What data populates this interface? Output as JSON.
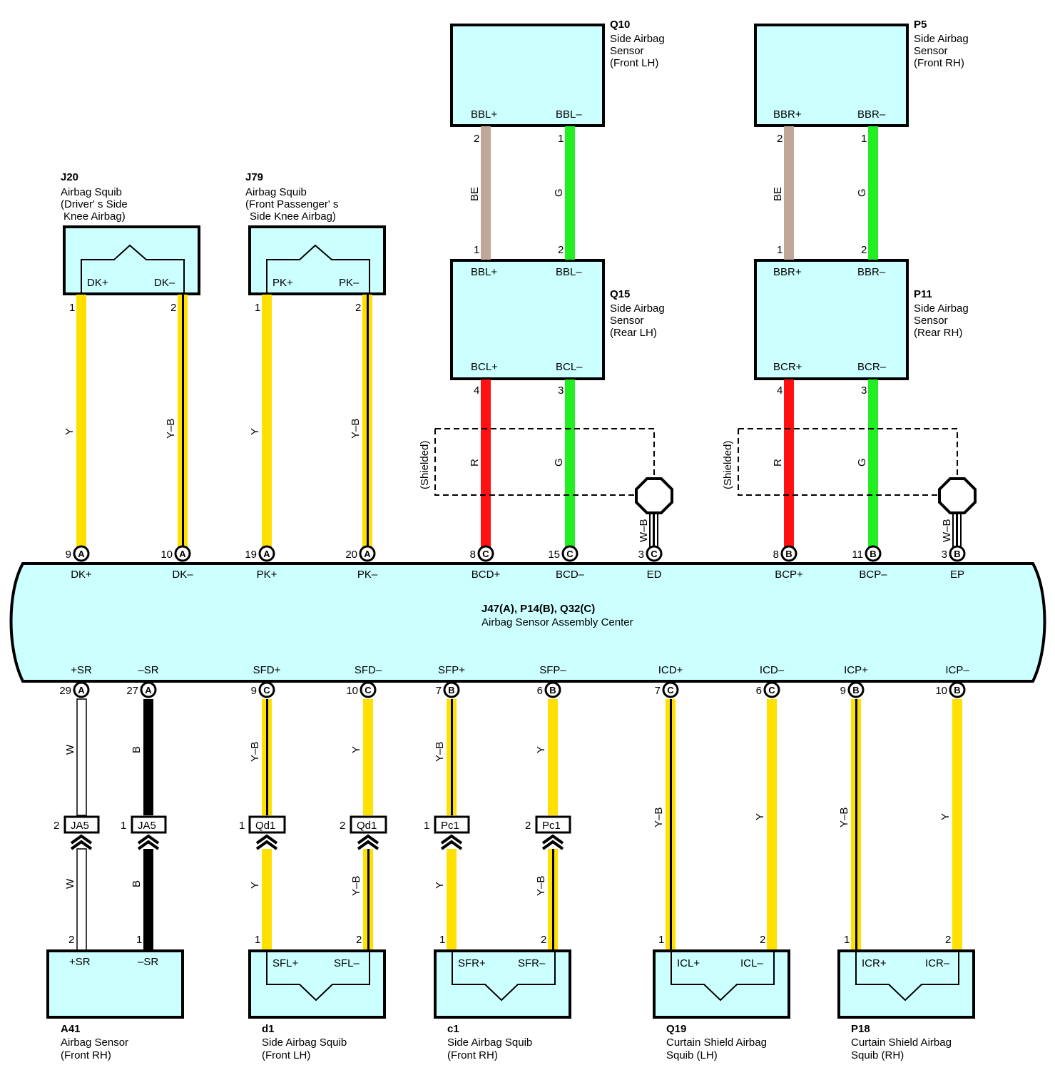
{
  "colors": {
    "box_fill": "#ccffff",
    "Y": "#ffe000",
    "G": "#22ee22",
    "R": "#ff1111",
    "BE": "#bfa899",
    "B": "#000000",
    "W": "#ffffff",
    "outline": "#000000"
  },
  "components": [
    {
      "id": "J20",
      "code": "J20",
      "lines": [
        "Airbag Squib",
        "(Driver' s Side",
        "Knee Airbag)"
      ],
      "pins": [
        "DK+",
        "DK–"
      ]
    },
    {
      "id": "J79",
      "code": "J79",
      "lines": [
        "Airbag Squib",
        "(Front Passenger' s",
        "Side Knee Airbag)"
      ],
      "pins": [
        "PK+",
        "PK–"
      ]
    },
    {
      "id": "Q10",
      "code": "Q10",
      "lines": [
        "Side Airbag",
        "Sensor",
        "(Front LH)"
      ],
      "pins": [
        "BBL+",
        "BBL–"
      ]
    },
    {
      "id": "Q15",
      "code": "Q15",
      "lines": [
        "Side Airbag",
        "Sensor",
        "(Rear LH)"
      ],
      "pins_top": [
        "BBL+",
        "BBL–"
      ],
      "pins_bottom": [
        "BCL+",
        "BCL–"
      ]
    },
    {
      "id": "P5",
      "code": "P5",
      "lines": [
        "Side Airbag",
        "Sensor",
        "(Front RH)"
      ],
      "pins": [
        "BBR+",
        "BBR–"
      ]
    },
    {
      "id": "P11",
      "code": "P11",
      "lines": [
        "Side Airbag",
        "Sensor",
        "(Rear RH)"
      ],
      "pins_top": [
        "BBR+",
        "BBR–"
      ],
      "pins_bottom": [
        "BCR+",
        "BCR–"
      ]
    },
    {
      "id": "A41",
      "code": "A41",
      "lines": [
        "Airbag Sensor",
        "(Front RH)"
      ],
      "pins": [
        "+SR",
        "–SR"
      ]
    },
    {
      "id": "d1",
      "code": "d1",
      "lines": [
        "Side Airbag Squib",
        "(Front LH)"
      ],
      "pins": [
        "SFL+",
        "SFL–"
      ]
    },
    {
      "id": "c1",
      "code": "c1",
      "lines": [
        "Side Airbag Squib",
        "(Front RH)"
      ],
      "pins": [
        "SFR+",
        "SFR–"
      ]
    },
    {
      "id": "Q19",
      "code": "Q19",
      "lines": [
        "Curtain Shield Airbag",
        "Squib (LH)"
      ],
      "pins": [
        "ICL+",
        "ICL–"
      ]
    },
    {
      "id": "P18",
      "code": "P18",
      "lines": [
        "Curtain Shield Airbag",
        "Squib (RH)"
      ],
      "pins": [
        "ICR+",
        "ICR–"
      ]
    }
  ],
  "center": {
    "code": "J47(A), P14(B), Q32(C)",
    "name": "Airbag Sensor Assembly Center",
    "top_pins": [
      {
        "num": "9",
        "conn": "A",
        "name": "DK+"
      },
      {
        "num": "10",
        "conn": "A",
        "name": "DK–"
      },
      {
        "num": "19",
        "conn": "A",
        "name": "PK+"
      },
      {
        "num": "20",
        "conn": "A",
        "name": "PK–"
      },
      {
        "num": "8",
        "conn": "C",
        "name": "BCD+"
      },
      {
        "num": "15",
        "conn": "C",
        "name": "BCD–"
      },
      {
        "num": "3",
        "conn": "C",
        "name": "ED"
      },
      {
        "num": "8",
        "conn": "B",
        "name": "BCP+"
      },
      {
        "num": "11",
        "conn": "B",
        "name": "BCP–"
      },
      {
        "num": "3",
        "conn": "B",
        "name": "EP"
      }
    ],
    "bottom_pins": [
      {
        "num": "29",
        "conn": "A",
        "name": "+SR"
      },
      {
        "num": "27",
        "conn": "A",
        "name": "–SR"
      },
      {
        "num": "9",
        "conn": "C",
        "name": "SFD+"
      },
      {
        "num": "10",
        "conn": "C",
        "name": "SFD–"
      },
      {
        "num": "7",
        "conn": "B",
        "name": "SFP+"
      },
      {
        "num": "6",
        "conn": "B",
        "name": "SFP–"
      },
      {
        "num": "7",
        "conn": "C",
        "name": "ICD+"
      },
      {
        "num": "6",
        "conn": "C",
        "name": "ICD–"
      },
      {
        "num": "9",
        "conn": "B",
        "name": "ICP+"
      },
      {
        "num": "10",
        "conn": "B",
        "name": "ICP–"
      }
    ]
  },
  "wire_pins": {
    "j20": [
      "1",
      "2"
    ],
    "j79": [
      "1",
      "2"
    ],
    "q10": [
      "2",
      "1"
    ],
    "q15_top": [
      "1",
      "2"
    ],
    "q15_bottom": [
      "4",
      "3"
    ],
    "p5": [
      "2",
      "1"
    ],
    "p11_top": [
      "1",
      "2"
    ],
    "p11_bottom": [
      "4",
      "3"
    ],
    "a41": [
      "2",
      "1"
    ],
    "d1": [
      "1",
      "2"
    ],
    "c1": [
      "1",
      "2"
    ],
    "q19": [
      "1",
      "2"
    ],
    "p18": [
      "1",
      "2"
    ]
  },
  "junctions": [
    {
      "code": "JA5",
      "pin": "2"
    },
    {
      "code": "JA5",
      "pin": "1"
    },
    {
      "code": "Qd1",
      "pin": "1"
    },
    {
      "code": "Qd1",
      "pin": "2"
    },
    {
      "code": "Pc1",
      "pin": "1"
    },
    {
      "code": "Pc1",
      "pin": "2"
    }
  ],
  "wire_colors": {
    "dk_plus": "Y",
    "dk_minus": "Y–B",
    "pk_plus": "Y",
    "pk_minus": "Y–B",
    "bbl_plus": "BE",
    "bbl_minus": "G",
    "bcl_plus": "R",
    "bcl_minus": "G",
    "bbr_plus": "BE",
    "bbr_minus": "G",
    "bcr_plus": "R",
    "bcr_minus": "G",
    "ed": "W–B",
    "ep": "W–B",
    "sr_plus": "W",
    "sr_minus": "B",
    "sfd_plus": "Y–B",
    "sfd_minus": "Y",
    "sfp_plus": "Y–B",
    "sfp_minus": "Y",
    "icd_plus": "Y–B",
    "icd_minus": "Y",
    "icp_plus": "Y–B",
    "icp_minus": "Y",
    "a41_plus": "W",
    "a41_minus": "B",
    "d1_plus": "Y",
    "d1_minus": "Y–B",
    "c1_plus": "Y",
    "c1_minus": "Y–B"
  },
  "shielded_label": "(Shielded)"
}
